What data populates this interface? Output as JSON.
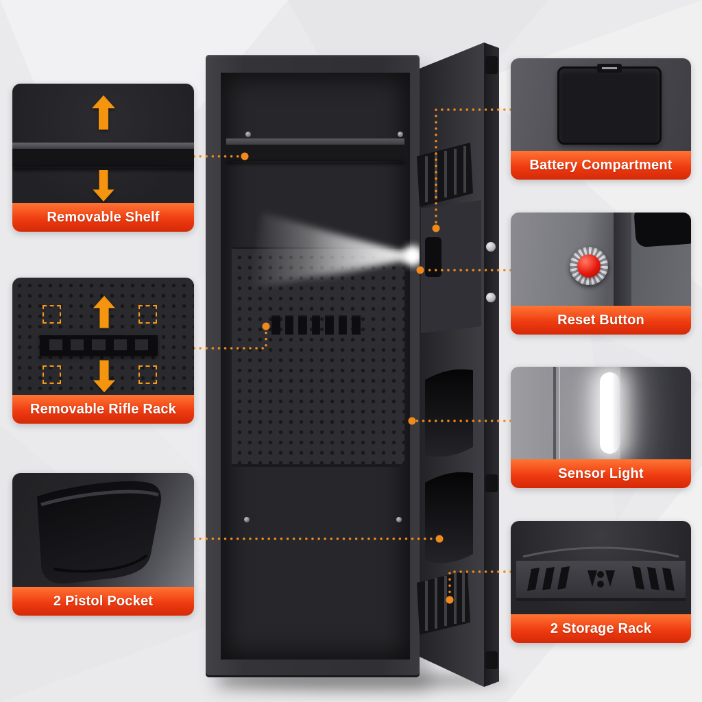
{
  "page": {
    "background": "#eaeaec",
    "accent": "#f08a1c",
    "label_gradient_top": "#ff7433",
    "label_gradient_bottom": "#d42908",
    "label_text_color": "#ffffff"
  },
  "callouts": {
    "left": [
      {
        "id": "removable-shelf",
        "label": "Removable Shelf"
      },
      {
        "id": "removable-rifle-rack",
        "label": "Removable Rifle Rack"
      },
      {
        "id": "pistol-pocket",
        "label": "2 Pistol Pocket"
      }
    ],
    "right": [
      {
        "id": "battery-compartment",
        "label": "Battery Compartment"
      },
      {
        "id": "reset-button",
        "label": "Reset Button"
      },
      {
        "id": "sensor-light",
        "label": "Sensor Light"
      },
      {
        "id": "storage-rack",
        "label": "2 Storage Rack"
      }
    ]
  },
  "illustration": {
    "subject": "gun safe cabinet with open door, interior pegboard and sensor light beam"
  }
}
